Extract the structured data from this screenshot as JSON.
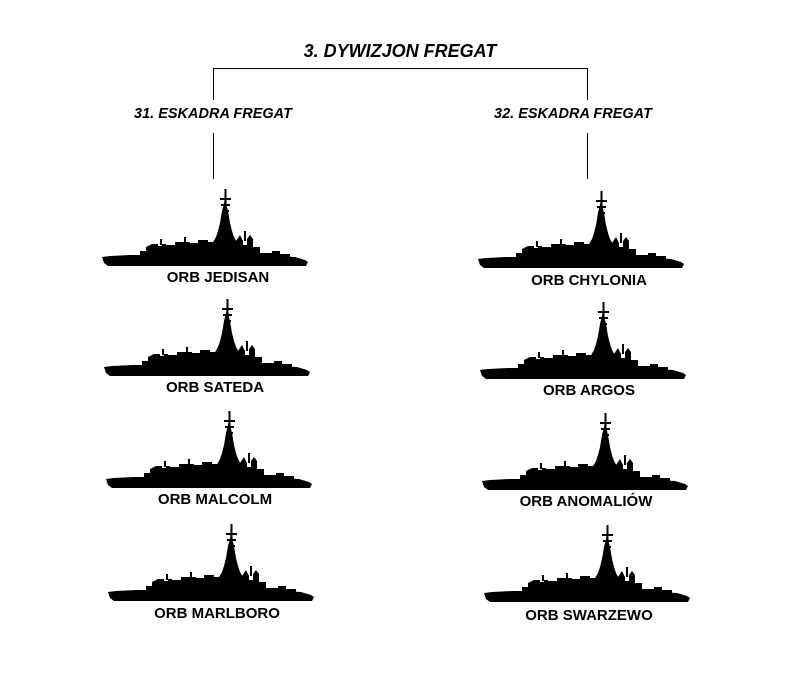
{
  "title": "3. DYWIZJON FREGAT",
  "squadrons": [
    {
      "name": "31. ESKADRA FREGAT",
      "ships": [
        "ORB JEDISAN",
        "ORB SATEDA",
        "ORB MALCOLM",
        "ORB MARLBORO"
      ]
    },
    {
      "name": "32. ESKADRA FREGAT",
      "ships": [
        "ORB CHYLONIA",
        "ORB ARGOS",
        "ORB ANOMALIÓW",
        "ORB SWARZEWO"
      ]
    }
  ],
  "colors": {
    "ink": "#000000",
    "background": "#ffffff"
  },
  "icon": "frigate-silhouette-icon"
}
